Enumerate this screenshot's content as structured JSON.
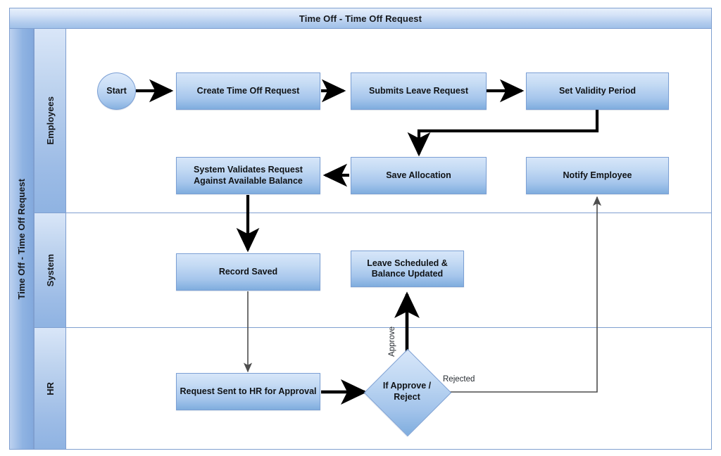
{
  "diagram": {
    "title": "Time Off - Time Off Request",
    "pool_label": "Time Off - Time Off Request",
    "type": "swimlane-flowchart",
    "accent_color": "#7fadde",
    "border_color": "#7f9fd0",
    "lanes": [
      {
        "id": "employees",
        "label": "Employees"
      },
      {
        "id": "system",
        "label": "System"
      },
      {
        "id": "hr",
        "label": "HR"
      }
    ],
    "nodes": [
      {
        "id": "start",
        "shape": "ellipse",
        "lane": "employees",
        "label": "Start"
      },
      {
        "id": "create",
        "shape": "process",
        "lane": "employees",
        "label": "Create Time Off Request"
      },
      {
        "id": "submit",
        "shape": "process",
        "lane": "employees",
        "label": "Submits Leave Request"
      },
      {
        "id": "validity",
        "shape": "process",
        "lane": "employees",
        "label": "Set Validity Period"
      },
      {
        "id": "validates",
        "shape": "process",
        "lane": "employees",
        "label": "System Validates Request Against Available Balance"
      },
      {
        "id": "save",
        "shape": "process",
        "lane": "employees",
        "label": "Save Allocation"
      },
      {
        "id": "notify",
        "shape": "process",
        "lane": "employees",
        "label": "Notify Employee"
      },
      {
        "id": "record",
        "shape": "process",
        "lane": "system",
        "label": "Record Saved"
      },
      {
        "id": "scheduled",
        "shape": "process",
        "lane": "system",
        "label": "Leave Scheduled & Balance Updated"
      },
      {
        "id": "sent",
        "shape": "process",
        "lane": "hr",
        "label": "Request Sent to HR for Approval"
      },
      {
        "id": "decision",
        "shape": "diamond",
        "lane": "hr",
        "label": "If Approve / Reject"
      }
    ],
    "edges": [
      {
        "from": "start",
        "to": "create",
        "label": ""
      },
      {
        "from": "create",
        "to": "submit",
        "label": ""
      },
      {
        "from": "submit",
        "to": "validity",
        "label": ""
      },
      {
        "from": "validity",
        "to": "save",
        "label": ""
      },
      {
        "from": "save",
        "to": "validates",
        "label": ""
      },
      {
        "from": "validates",
        "to": "record",
        "label": ""
      },
      {
        "from": "record",
        "to": "sent",
        "label": ""
      },
      {
        "from": "sent",
        "to": "decision",
        "label": ""
      },
      {
        "from": "decision",
        "to": "scheduled",
        "label": "Approve"
      },
      {
        "from": "decision",
        "to": "notify",
        "label": "Rejected"
      }
    ]
  }
}
